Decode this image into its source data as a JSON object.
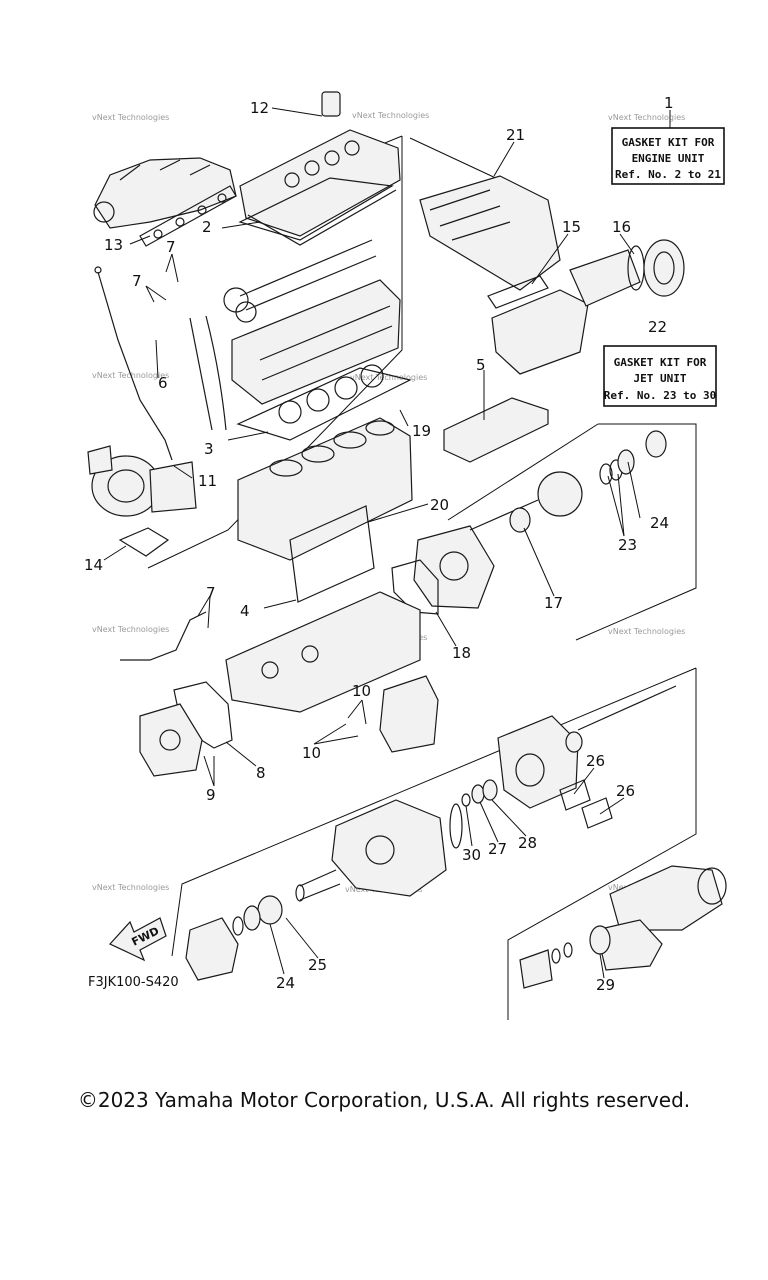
{
  "callouts": [
    "12",
    "21",
    "1",
    "2",
    "13",
    "7",
    "15",
    "16",
    "7",
    "6",
    "22",
    "5",
    "3",
    "19",
    "11",
    "20",
    "24",
    "14",
    "23",
    "7",
    "4",
    "17",
    "18",
    "10",
    "10",
    "8",
    "9",
    "26",
    "26",
    "30",
    "27",
    "28",
    "24",
    "25",
    "29"
  ],
  "engine_kit": {
    "line1": "GASKET KIT FOR",
    "line2": "ENGINE UNIT",
    "line3": "Ref. No. 2 to 21"
  },
  "jet_kit": {
    "line1": "GASKET KIT FOR",
    "line2": "JET UNIT",
    "line3": "Ref. No. 23 to 30"
  },
  "fwd_label": "FWD",
  "diagram_code": "F3JK100-S420",
  "watermark": "vNext Technologies",
  "copyright": "©2023 Yamaha Motor Corporation, U.S.A. All rights reserved."
}
